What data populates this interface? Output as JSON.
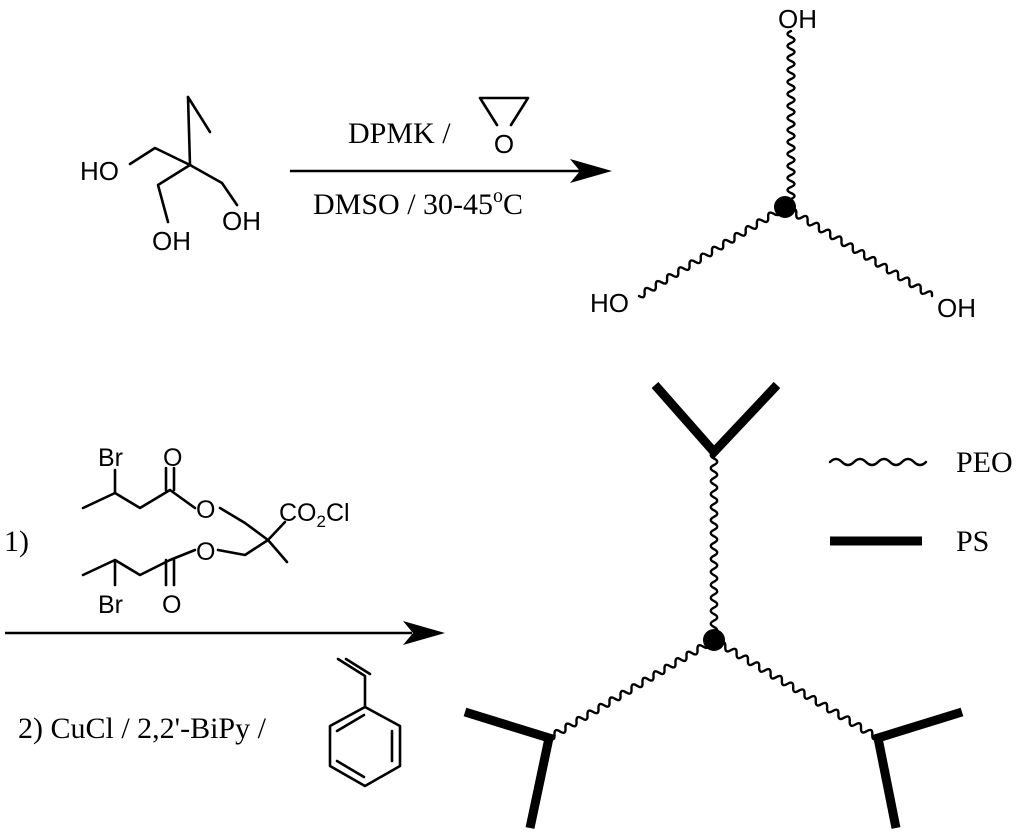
{
  "step1": {
    "reagent_top": "DPMK /",
    "epoxide_atom": "O",
    "conditions_bottom": "DMSO / 30-45",
    "temp_superscript": "o",
    "temp_unit": "C"
  },
  "start_material": {
    "oh_left": "HO",
    "oh_bottom": "OH",
    "oh_right": "OH"
  },
  "star_peo": {
    "oh_top": "OH",
    "oh_left": "HO",
    "oh_right": "OH"
  },
  "step2": {
    "label_1": "1)",
    "label_2": "2) CuCl / 2,2'-BiPy /",
    "initiator": {
      "br_top": "Br",
      "br_bottom": "Br",
      "o_carbonyl_top": "O",
      "o_ester_top": "O",
      "o_carbonyl_bottom": "O",
      "o_ester_bottom": "O",
      "acid_chloride_prefix": "CO",
      "acid_chloride_sub": "2",
      "acid_chloride_suffix": "Cl"
    }
  },
  "legend": {
    "peo_label": "PEO",
    "ps_label": "PS"
  }
}
